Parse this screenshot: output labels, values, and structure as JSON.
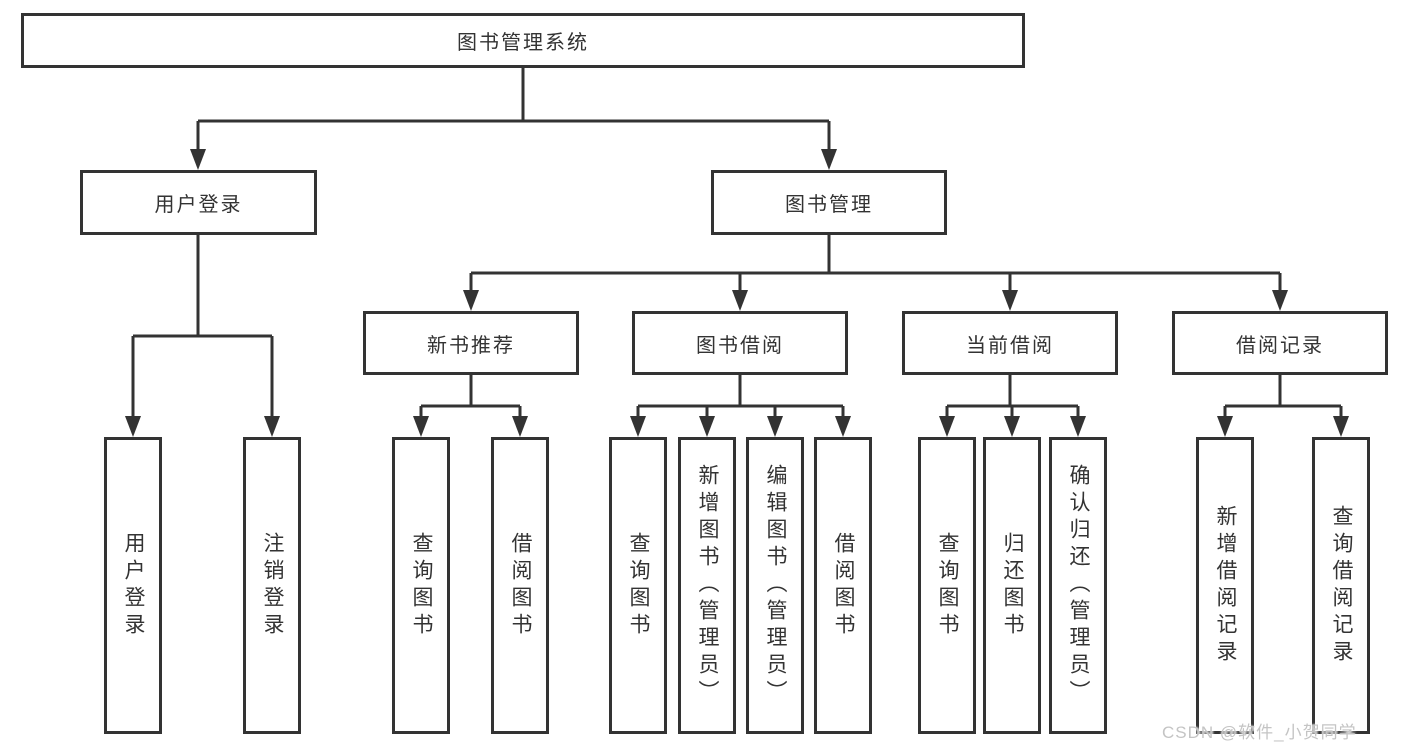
{
  "tree": {
    "root": {
      "label": "图书管理系统"
    },
    "branches": [
      {
        "label": "用户登录",
        "children": [
          {
            "label": "用户登录"
          },
          {
            "label": "注销登录"
          }
        ]
      },
      {
        "label": "图书管理",
        "children": [
          {
            "label": "新书推荐",
            "children": [
              {
                "label": "查询图书"
              },
              {
                "label": "借阅图书"
              }
            ]
          },
          {
            "label": "图书借阅",
            "children": [
              {
                "label": "查询图书"
              },
              {
                "label": "新增图书（管理员）"
              },
              {
                "label": "编辑图书（管理员）"
              },
              {
                "label": "借阅图书"
              }
            ]
          },
          {
            "label": "当前借阅",
            "children": [
              {
                "label": "查询图书"
              },
              {
                "label": "归还图书"
              },
              {
                "label": "确认归还（管理员）"
              }
            ]
          },
          {
            "label": "借阅记录",
            "children": [
              {
                "label": "新增借阅记录"
              },
              {
                "label": "查询借阅记录"
              }
            ]
          }
        ]
      }
    ]
  },
  "watermark": {
    "text": "CSDN @软件_小贺同学"
  },
  "colors": {
    "line": "#333333",
    "border": "#333333",
    "text": "#333333",
    "background": "#ffffff",
    "watermark": "#c4c4c4"
  }
}
